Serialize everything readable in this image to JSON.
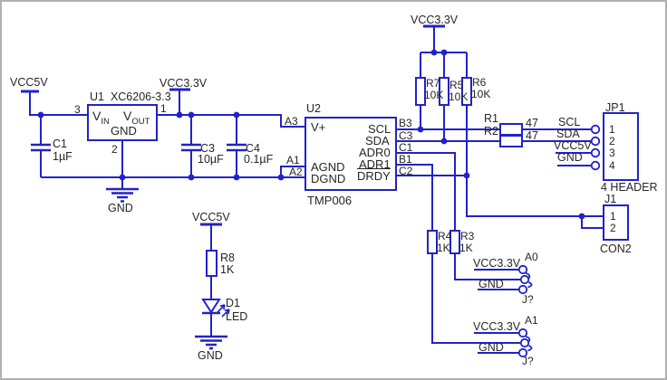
{
  "diagram_type": "circuit-schematic",
  "colors": {
    "wire": "#2222c8",
    "text": "#262626",
    "background": "#ffffff",
    "frame": "#b0b0b0"
  },
  "supply_left": "VCC5V",
  "regulator": {
    "refdes": "U1",
    "part": "XC6206-3.3",
    "pin_v": "V",
    "pin_in_sub": "IN",
    "pin_out_sub": "OUT",
    "pin_gnd": "GND",
    "pin_num_vin": "3",
    "pin_num_vout": "1",
    "pin_num_gnd": "2",
    "output_net": "VCC3.3V",
    "gnd_label": "GND"
  },
  "capacitors": {
    "c1": {
      "refdes": "C1",
      "value": "1µF"
    },
    "c3": {
      "refdes": "C3",
      "value": "10µF"
    },
    "c4": {
      "refdes": "C4",
      "value": "0.1µF"
    }
  },
  "sensor": {
    "refdes": "U2",
    "part": "TMP006",
    "left_pins": {
      "vplus": "V+",
      "agnd": "AGND",
      "dgnd": "DGND"
    },
    "left_nets": {
      "vplus": "A3",
      "agnd": "A1",
      "dgnd": "A2"
    },
    "right_pins": [
      "SCL",
      "SDA",
      "ADR0",
      "ADR1",
      "DRDY"
    ],
    "right_nets": [
      "B3",
      "C3",
      "C1",
      "B1",
      "C2"
    ]
  },
  "pullups": {
    "supply": "VCC3.3V",
    "r7": {
      "refdes": "R7",
      "value": "10K"
    },
    "r5": {
      "refdes": "R5",
      "value": "10K"
    },
    "r6": {
      "refdes": "R6",
      "value": "10K"
    }
  },
  "series_resistors": {
    "r1": {
      "refdes": "R1",
      "value": "47"
    },
    "r2": {
      "refdes": "R2",
      "value": "47"
    }
  },
  "address_resistors": {
    "r4": {
      "refdes": "R4",
      "value": "1K"
    },
    "r3": {
      "refdes": "R3",
      "value": "1K"
    }
  },
  "led_branch": {
    "supply": "VCC5V",
    "resistor": {
      "refdes": "R8",
      "value": "1K"
    },
    "led": {
      "refdes": "D1",
      "value": "LED"
    },
    "gnd": "GND"
  },
  "header_jp1": {
    "refdes": "JP1",
    "type": "4 HEADER",
    "pin_numbers": [
      "1",
      "2",
      "3",
      "4"
    ],
    "pin_nets": [
      "SCL",
      "SDA",
      "VCC5V",
      "GND"
    ]
  },
  "connector_j1": {
    "refdes": "J1",
    "type": "CON2",
    "pin_numbers": [
      "1",
      "2"
    ]
  },
  "jumper_a0": {
    "refdes": "J?",
    "net": "A0",
    "top_net": "VCC3.3V",
    "bottom_net": "GND"
  },
  "jumper_a1": {
    "refdes": "J?",
    "net": "A1",
    "top_net": "VCC3.3V",
    "bottom_net": "GND"
  }
}
